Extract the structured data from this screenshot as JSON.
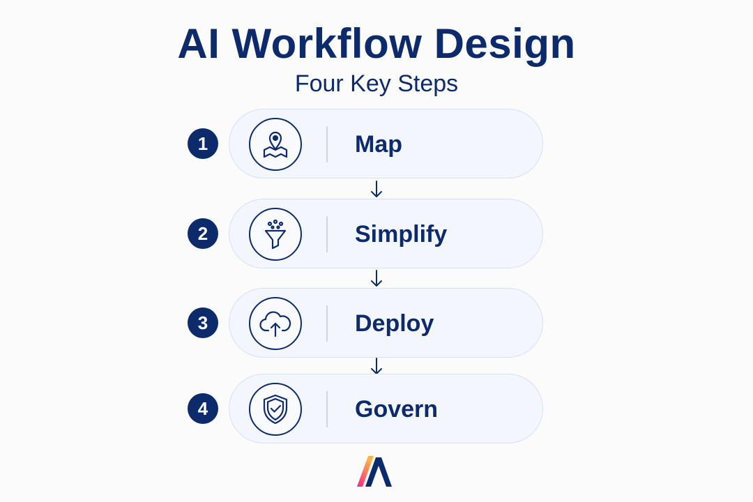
{
  "header": {
    "title": "AI Workflow Design",
    "subtitle": "Four Key Steps"
  },
  "steps": [
    {
      "number": "1",
      "label": "Map",
      "icon": "map-pin-icon"
    },
    {
      "number": "2",
      "label": "Simplify",
      "icon": "funnel-icon"
    },
    {
      "number": "3",
      "label": "Deploy",
      "icon": "cloud-upload-icon"
    },
    {
      "number": "4",
      "label": "Govern",
      "icon": "shield-check-icon"
    }
  ],
  "colors": {
    "primary": "#0d2a6b",
    "pill_background": "#f3f6fc",
    "pill_border": "#d6e1f3",
    "logo_gradient_start": "#f72585",
    "logo_gradient_end": "#ffb347"
  },
  "logo": {
    "icon": "brand-logo-icon"
  }
}
